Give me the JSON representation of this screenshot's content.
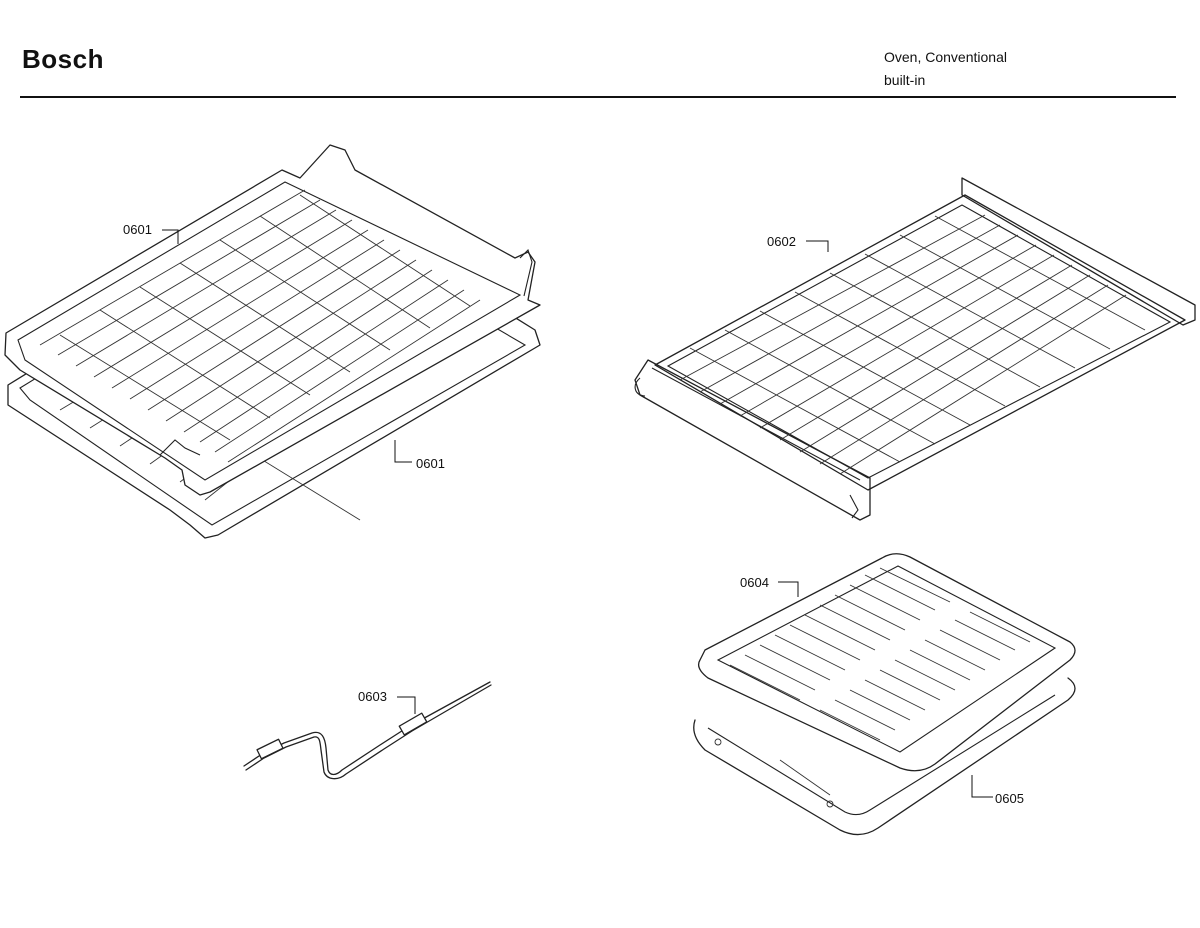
{
  "header": {
    "brand": "Bosch",
    "description_line1": "Oven, Conventional",
    "description_line2": "built-in"
  },
  "parts": [
    {
      "id": "rack-a",
      "label": "0601"
    },
    {
      "id": "rack-b",
      "label": "0601"
    },
    {
      "id": "slide-rack",
      "label": "0602"
    },
    {
      "id": "meat-probe",
      "label": "0603"
    },
    {
      "id": "broil-grid",
      "label": "0604"
    },
    {
      "id": "broil-pan",
      "label": "0605"
    }
  ]
}
